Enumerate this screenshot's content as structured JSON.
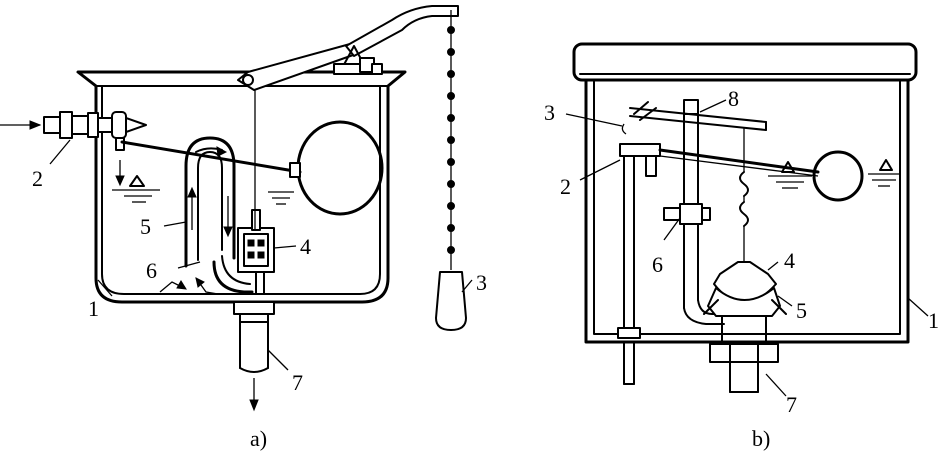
{
  "figure_a": {
    "caption": "a)",
    "labels": {
      "l1": "1",
      "l2": "2",
      "l3": "3",
      "l4": "4",
      "l5": "5",
      "l6": "6",
      "l7": "7"
    }
  },
  "figure_b": {
    "caption": "b)",
    "labels": {
      "l1": "1",
      "l2": "2",
      "l3": "3",
      "l4": "4",
      "l5": "5",
      "l6": "6",
      "l7": "7",
      "l8": "8"
    }
  }
}
